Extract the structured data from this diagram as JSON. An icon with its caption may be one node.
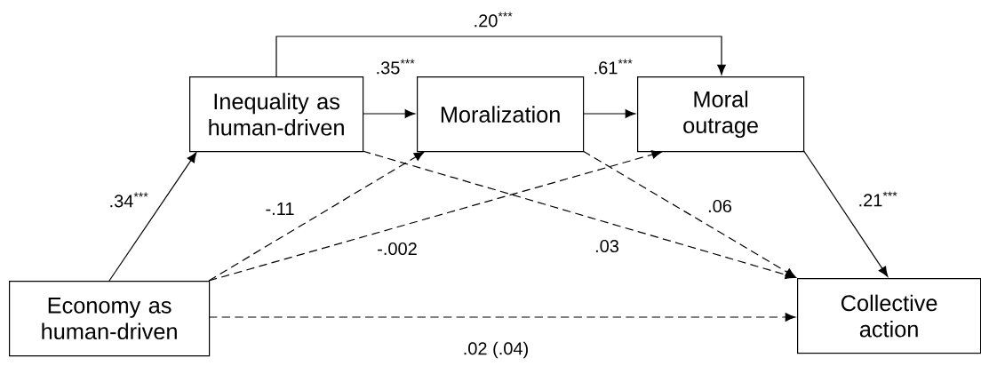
{
  "diagram": {
    "nodes": [
      {
        "text": [
          "Inequality as human-driven"
        ]
      },
      {
        "text": [
          "Moralization"
        ]
      },
      {
        "text": [
          "Moral outrage"
        ]
      },
      {
        "text": [
          "Economy as human-driven"
        ]
      },
      {
        "text": [
          "Collective action"
        ]
      }
    ],
    "edges": [
      {
        "from": 3,
        "to": 0,
        "arrow": "to",
        "label": ".34$^{***}$"
      },
      {
        "from": 0,
        "to": 1,
        "arrow": "to",
        "label": ".35$^{***}$"
      },
      {
        "from": 1,
        "to": 2,
        "arrow": "to",
        "label": ".61$^{***}$"
      },
      {
        "from": 0,
        "to": 2,
        "arrow": "to",
        "label": ".20$^{***}$"
      },
      {
        "from": 3,
        "to": 1,
        "arrow": "to",
        "style": "dashed",
        "label": "-.11"
      },
      {
        "from": 3,
        "to": 2,
        "arrow": "to",
        "style": "dashed",
        "label": "-.002"
      },
      {
        "from": 0,
        "to": 4,
        "arrow": "to",
        "style": "dashed",
        "label": ".03"
      },
      {
        "from": 1,
        "to": 4,
        "arrow": "to",
        "style": "dashed",
        "label": ".06"
      },
      {
        "from": 2,
        "to": 4,
        "arrow": "to",
        "label": ".21$^{***}$"
      },
      {
        "from": 3,
        "to": 4,
        "arrow": "to",
        "style": "dashed",
        "label": ".02 (.04)"
      }
    ]
  }
}
